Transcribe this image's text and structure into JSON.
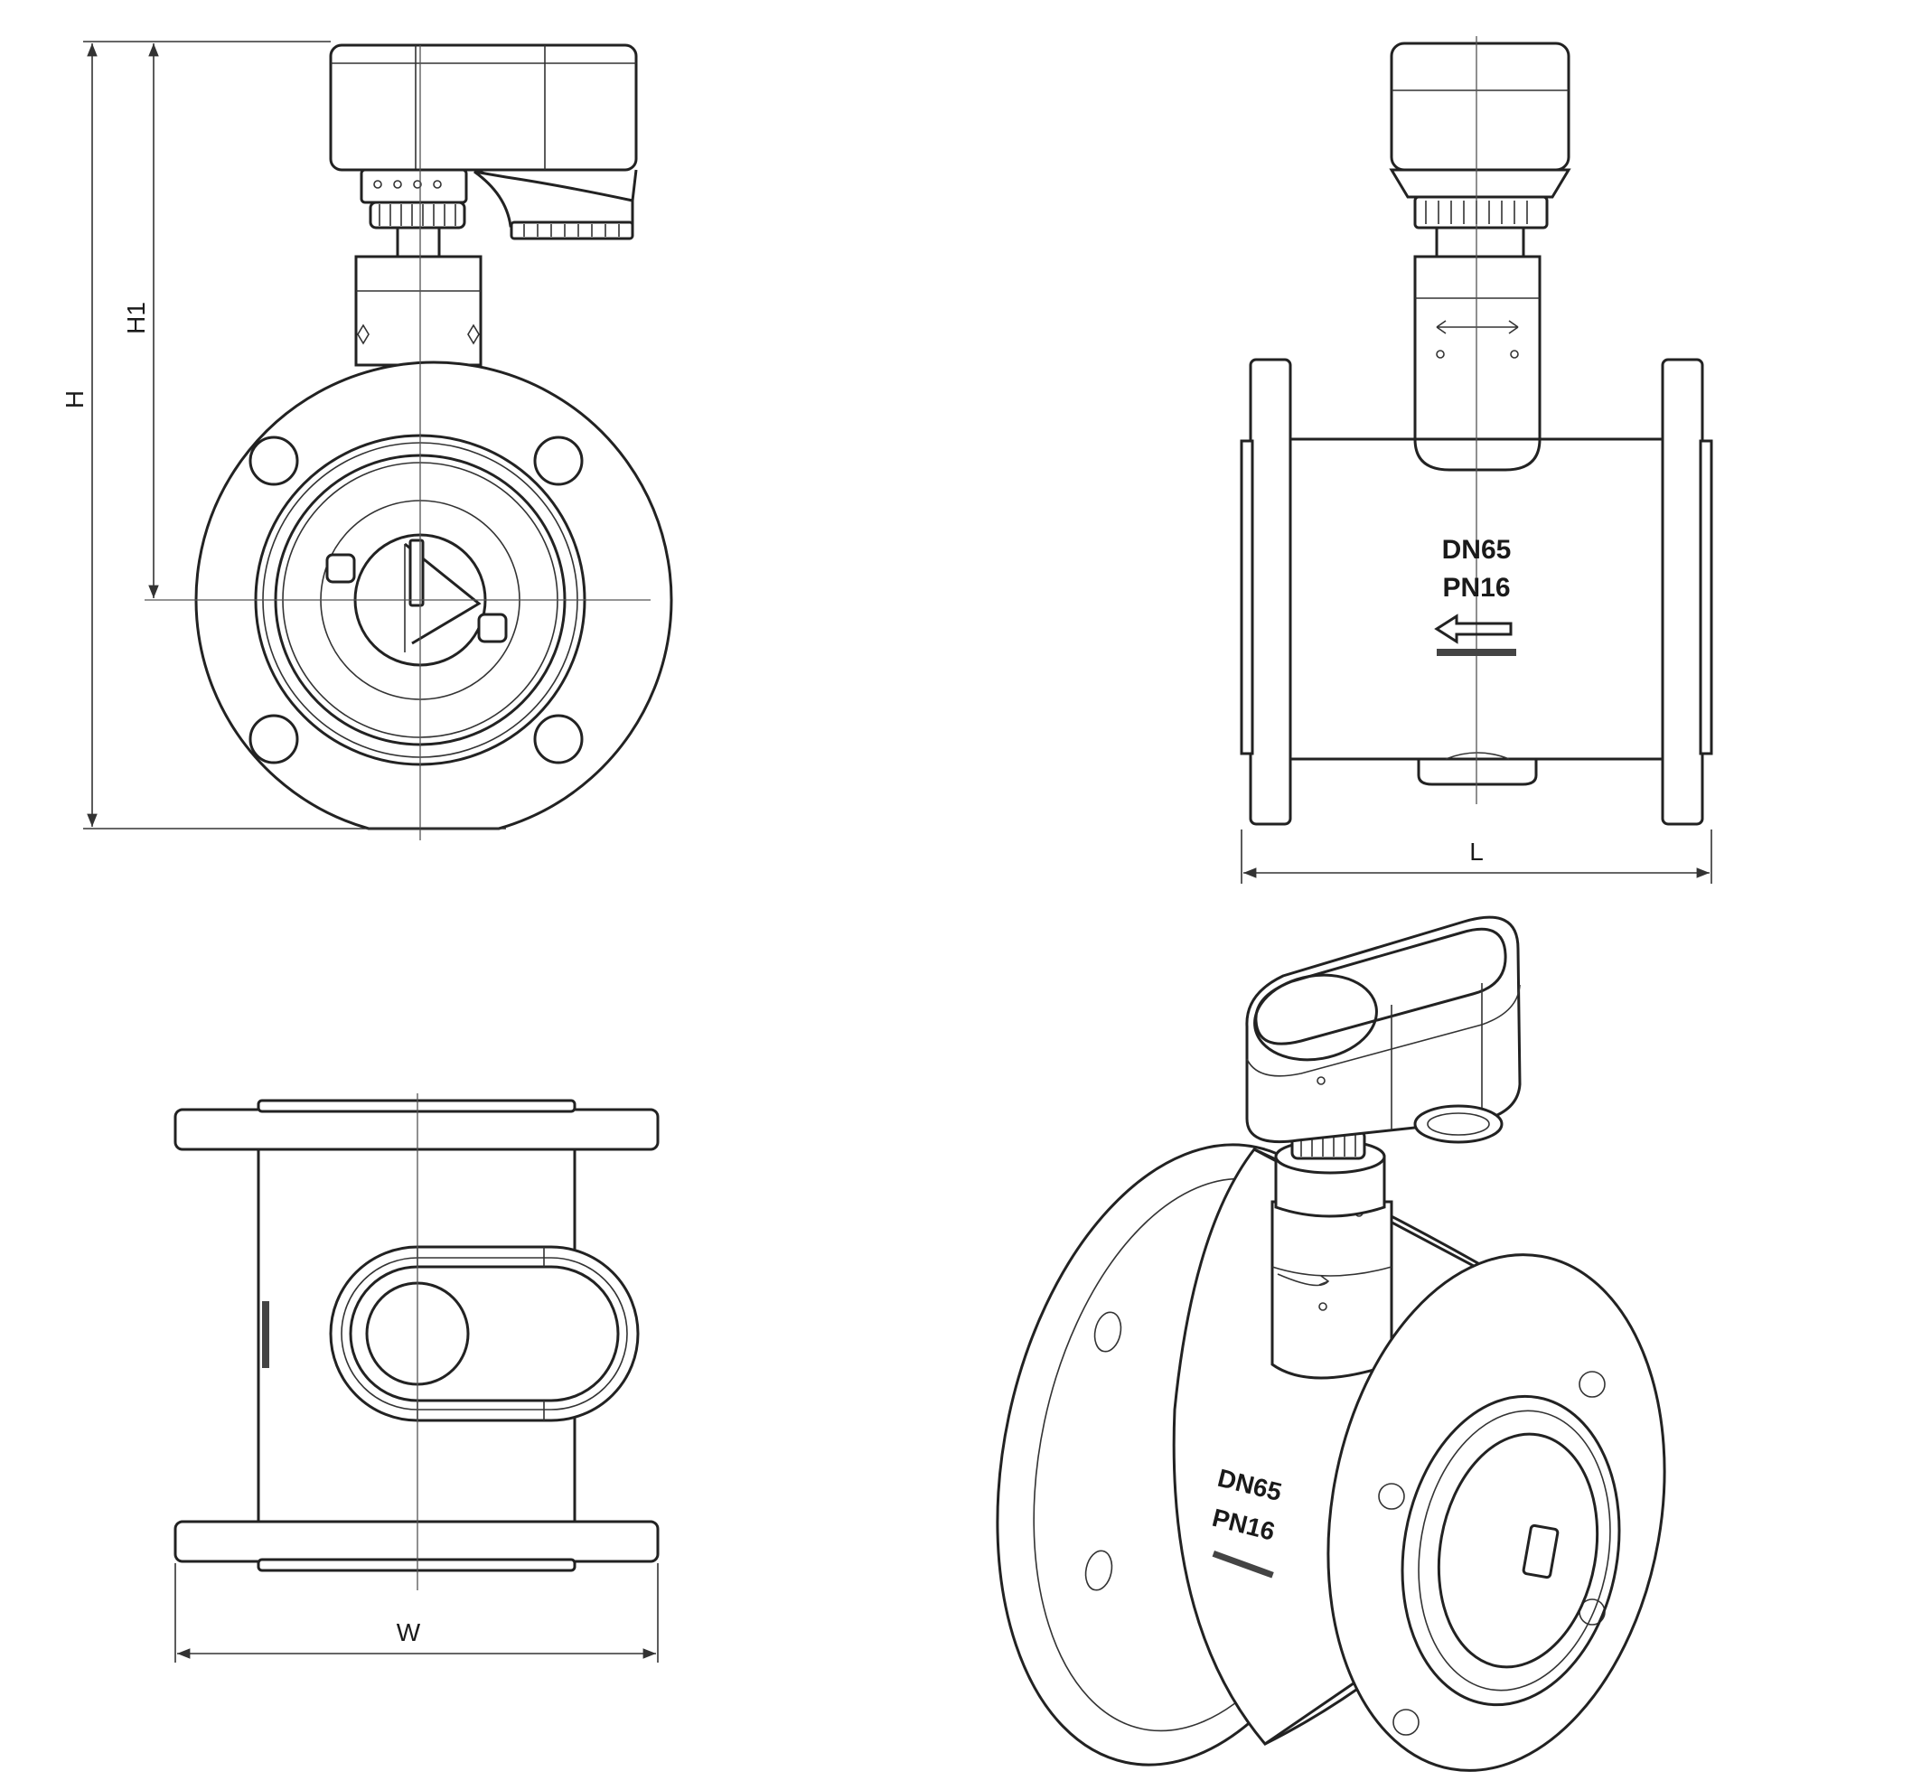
{
  "front_view": {
    "dim_total_height": "H",
    "dim_axis_height": "H1"
  },
  "side_view": {
    "nominal_diameter": "DN65",
    "nominal_pressure": "PN16",
    "dim_length": "L"
  },
  "top_view": {
    "dim_width": "W"
  },
  "iso_view": {
    "nominal_diameter": "DN65",
    "nominal_pressure": "PN16"
  }
}
